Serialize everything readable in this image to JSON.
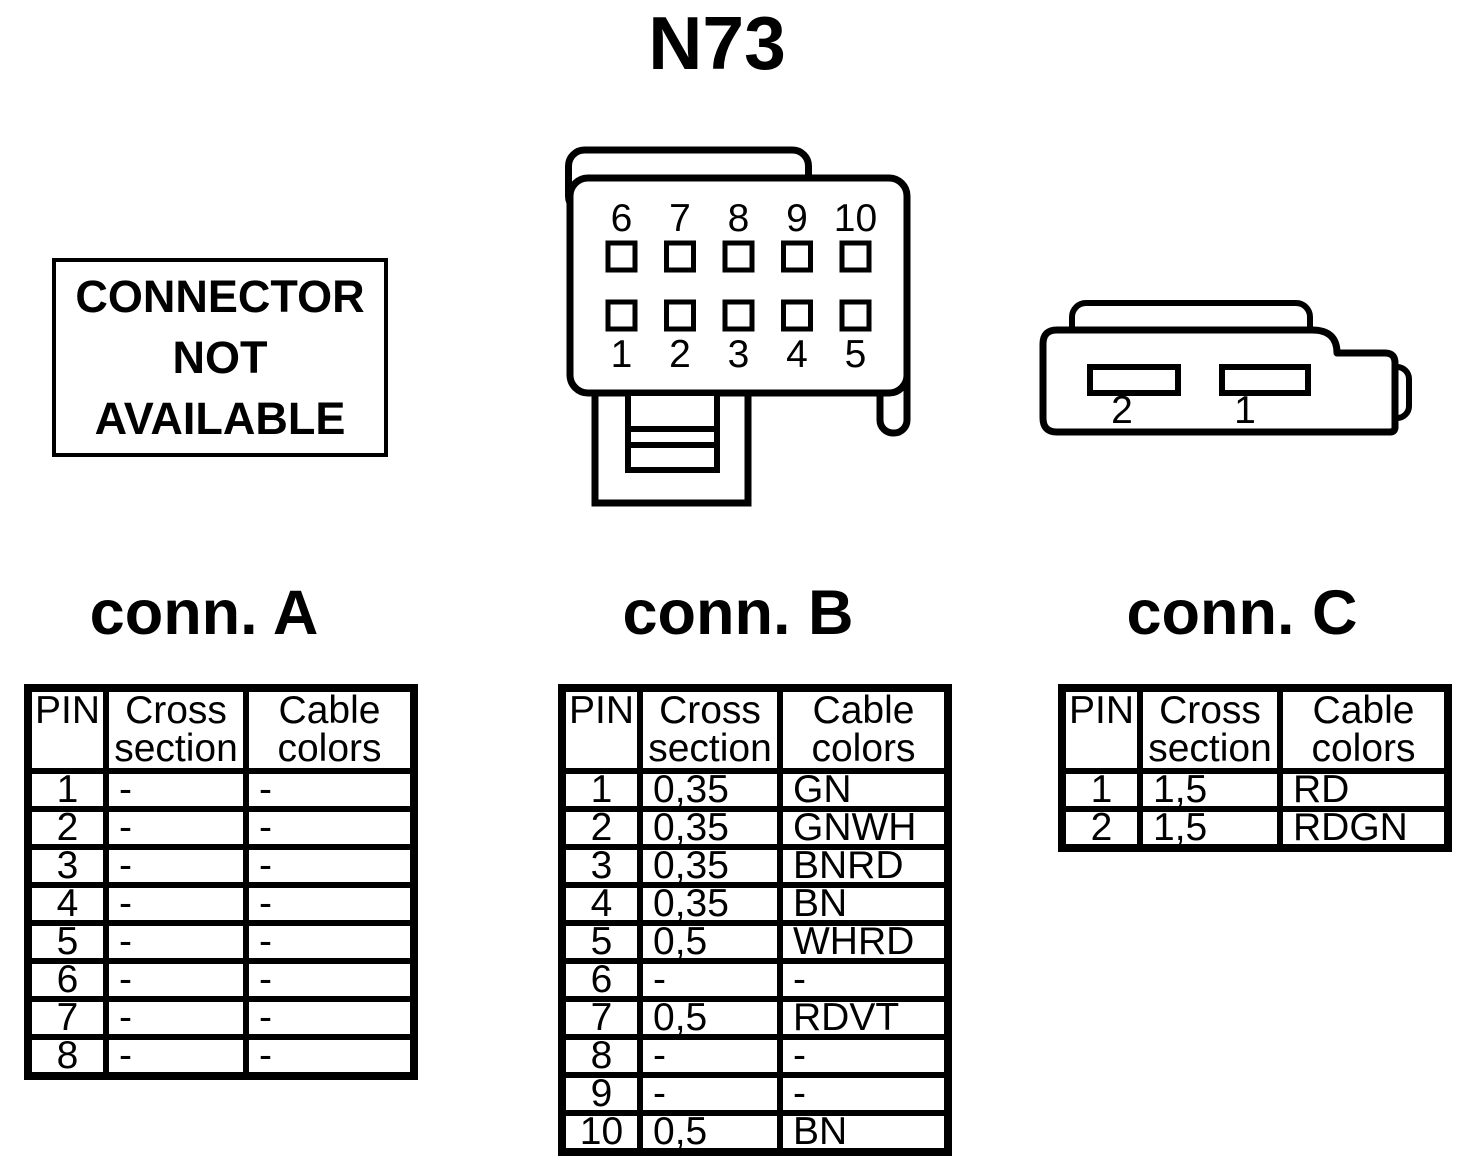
{
  "page": {
    "title": "N73"
  },
  "notice": {
    "lines": [
      "CONNECTOR",
      "NOT",
      "AVAILABLE"
    ]
  },
  "drawings": {
    "connector_b": {
      "pins_top": [
        "6",
        "7",
        "8",
        "9",
        "10"
      ],
      "pins_bottom": [
        "1",
        "2",
        "3",
        "4",
        "5"
      ]
    },
    "connector_c": {
      "pins": [
        "2",
        "1"
      ]
    }
  },
  "tables": {
    "a": {
      "title": "conn. A",
      "headers": {
        "pin": "PIN",
        "cross": [
          "Cross",
          "section"
        ],
        "cable": [
          "Cable",
          "colors"
        ]
      },
      "rows": [
        {
          "pin": "1",
          "cross": "-",
          "cable": "-"
        },
        {
          "pin": "2",
          "cross": "-",
          "cable": "-"
        },
        {
          "pin": "3",
          "cross": "-",
          "cable": "-"
        },
        {
          "pin": "4",
          "cross": "-",
          "cable": "-"
        },
        {
          "pin": "5",
          "cross": "-",
          "cable": "-"
        },
        {
          "pin": "6",
          "cross": "-",
          "cable": "-"
        },
        {
          "pin": "7",
          "cross": "-",
          "cable": "-"
        },
        {
          "pin": "8",
          "cross": "-",
          "cable": "-"
        }
      ]
    },
    "b": {
      "title": "conn. B",
      "headers": {
        "pin": "PIN",
        "cross": [
          "Cross",
          "section"
        ],
        "cable": [
          "Cable",
          "colors"
        ]
      },
      "rows": [
        {
          "pin": "1",
          "cross": "0,35",
          "cable": "GN"
        },
        {
          "pin": "2",
          "cross": "0,35",
          "cable": "GNWH"
        },
        {
          "pin": "3",
          "cross": "0,35",
          "cable": "BNRD"
        },
        {
          "pin": "4",
          "cross": "0,35",
          "cable": "BN"
        },
        {
          "pin": "5",
          "cross": "0,5",
          "cable": "WHRD"
        },
        {
          "pin": "6",
          "cross": "-",
          "cable": "-"
        },
        {
          "pin": "7",
          "cross": "0,5",
          "cable": "RDVT"
        },
        {
          "pin": "8",
          "cross": "-",
          "cable": "-"
        },
        {
          "pin": "9",
          "cross": "-",
          "cable": "-"
        },
        {
          "pin": "10",
          "cross": "0,5",
          "cable": "BN"
        }
      ]
    },
    "c": {
      "title": "conn. C",
      "headers": {
        "pin": "PIN",
        "cross": [
          "Cross",
          "section"
        ],
        "cable": [
          "Cable",
          "colors"
        ]
      },
      "rows": [
        {
          "pin": "1",
          "cross": "1,5",
          "cable": "RD"
        },
        {
          "pin": "2",
          "cross": "1,5",
          "cable": "RDGN"
        }
      ]
    }
  },
  "colors": {
    "ink": "#000000",
    "paper": "#ffffff"
  }
}
